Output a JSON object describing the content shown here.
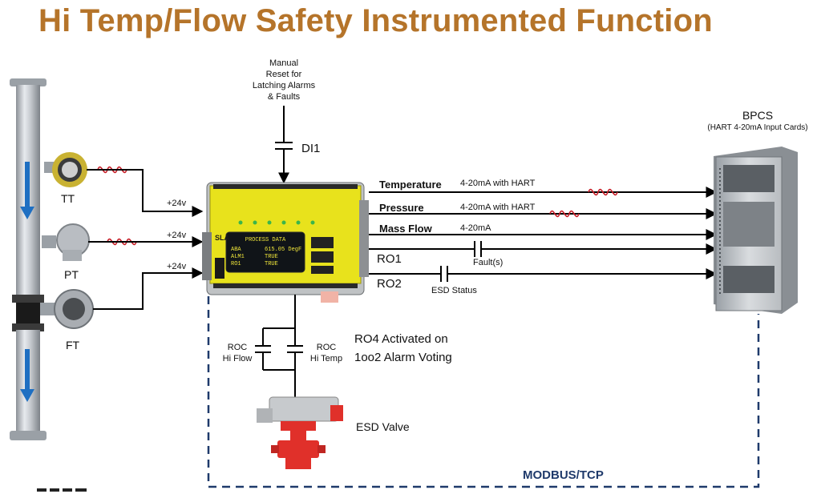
{
  "title": "Hi Temp/Flow Safety Instrumented Function",
  "manual_reset": [
    "Manual",
    "Reset for",
    "Latching Alarms",
    "& Faults"
  ],
  "di1": "DI1",
  "supply": "+24v",
  "instruments": {
    "tt": "TT",
    "pt": "PT",
    "ft": "FT"
  },
  "bpcs": {
    "name": "BPCS",
    "subtitle": "(HART 4-20mA Input Cards)"
  },
  "signals": {
    "temperature": {
      "label": "Temperature",
      "type": "4-20mA with HART"
    },
    "pressure": {
      "label": "Pressure",
      "type": "4-20mA with HART"
    },
    "mass_flow": {
      "label": "Mass Flow",
      "type": "4-20mA"
    }
  },
  "relays": {
    "ro1": "RO1",
    "ro1_note": "Fault(s)",
    "ro2": "RO2",
    "ro2_note": "ESD Status",
    "roc_left": [
      "ROC",
      "Hi Flow"
    ],
    "roc_right": [
      "ROC",
      "Hi Temp"
    ],
    "ro4_note": [
      "RO4 Activated on",
      "1oo2 Alarm Voting"
    ]
  },
  "esd_valve": "ESD Valve",
  "network": "MODBUS/TCP",
  "module_display": {
    "header": "PROCESS DATA",
    "rows": [
      [
        "ABA",
        "615.05 DegF"
      ],
      [
        "ALM1",
        "TRUE"
      ],
      [
        "RO1",
        "TRUE"
      ]
    ],
    "logo": "SLA"
  },
  "colors": {
    "title": "#b5742a",
    "network_line": "#1f3a6b",
    "flow_arrow": "#1e6fc2",
    "hart_wave": "#c8202a",
    "module_body": "#e8e21c",
    "valve": "#e0302a"
  }
}
